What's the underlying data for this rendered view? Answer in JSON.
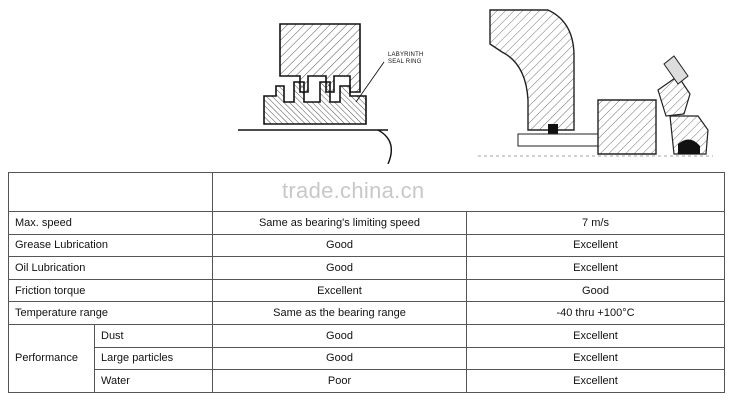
{
  "figure": {
    "callout_line1": "LABYRINTH",
    "callout_line2": "SEAL RING"
  },
  "watermark": "trade.china.cn",
  "table": {
    "rows": [
      {
        "label": "Max. speed",
        "col1": "Same as bearing's limiting speed",
        "col2": "7 m/s"
      },
      {
        "label": "Grease Lubrication",
        "col1": "Good",
        "col2": "Excellent"
      },
      {
        "label": "Oil Lubrication",
        "col1": "Good",
        "col2": "Excellent"
      },
      {
        "label": "Friction torque",
        "col1": "Excellent",
        "col2": "Good"
      },
      {
        "label": "Temperature range",
        "col1": "Same as the bearing range",
        "col2": "-40 thru +100°C"
      }
    ],
    "performance": {
      "label": "Performance",
      "rows": [
        {
          "label": "Dust",
          "col1": "Good",
          "col2": "Excellent"
        },
        {
          "label": "Large particles",
          "col1": "Good",
          "col2": "Excellent"
        },
        {
          "label": "Water",
          "col1": "Poor",
          "col2": "Excellent"
        }
      ]
    }
  }
}
